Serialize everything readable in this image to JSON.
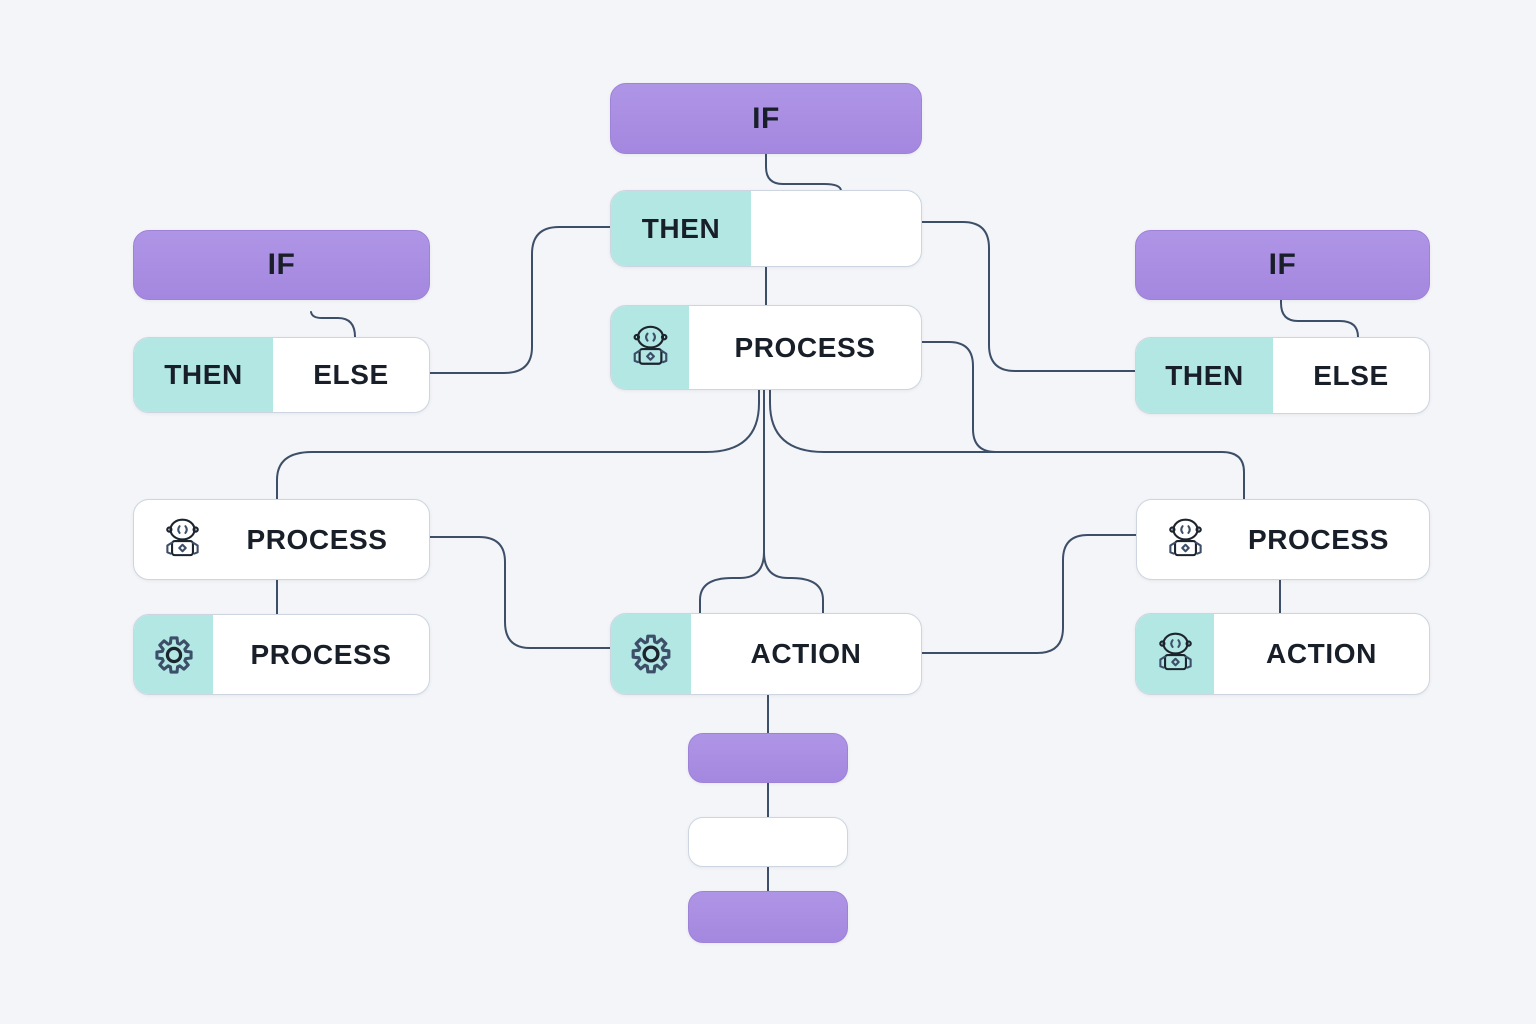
{
  "diagram": {
    "type": "flowchart",
    "background_color": "#f4f5f8",
    "colors": {
      "node_purple": "#a98ee2",
      "node_teal": "#b2e7e4",
      "node_white": "#ffffff",
      "node_border": "#ccd5e0",
      "connector": "#3d4f68",
      "text": "#181f29"
    },
    "nodes": {
      "if_top": {
        "label": "IF",
        "style": "purple"
      },
      "then_center": {
        "then_label": "THEN",
        "else_label": "",
        "style": "split-teal-white"
      },
      "process_center": {
        "label": "PROCESS",
        "icon": "robot-icon",
        "style": "teal-icon"
      },
      "if_left": {
        "label": "IF",
        "style": "purple"
      },
      "then_else_left": {
        "then_label": "THEN",
        "else_label": "ELSE",
        "style": "split-teal-white"
      },
      "if_right": {
        "label": "IF",
        "style": "purple"
      },
      "then_else_right": {
        "then_label": "THEN",
        "else_label": "ELSE",
        "style": "split-teal-white"
      },
      "process_left": {
        "label": "PROCESS",
        "icon": "robot-icon",
        "style": "white"
      },
      "process_left_gear": {
        "label": "PROCESS",
        "icon": "gear-icon",
        "style": "teal-icon"
      },
      "action_center": {
        "label": "ACTION",
        "icon": "gear-icon",
        "style": "teal-icon"
      },
      "process_right": {
        "label": "PROCESS",
        "icon": "robot-icon",
        "style": "white"
      },
      "action_right": {
        "label": "ACTION",
        "icon": "robot-icon",
        "style": "teal-icon"
      },
      "terminal_top": {
        "label": "",
        "style": "purple"
      },
      "terminal_middle": {
        "label": "",
        "style": "white"
      },
      "terminal_bottom": {
        "label": "",
        "style": "purple"
      }
    },
    "edges": [
      "if_top -> then_center",
      "if_left -> then_else_left",
      "if_right -> then_else_right",
      "then_else_left.else -> then_center",
      "then_center -> then_else_right.then",
      "then_center -> process_center",
      "process_center -> process_left",
      "process_center -> process_right",
      "process_center -> action_center",
      "process_left -> process_left_gear",
      "process_left -> action_center",
      "action_center -> process_right",
      "process_right -> action_right",
      "action_center -> terminal_top",
      "terminal_top -> terminal_middle",
      "terminal_middle -> terminal_bottom"
    ]
  }
}
